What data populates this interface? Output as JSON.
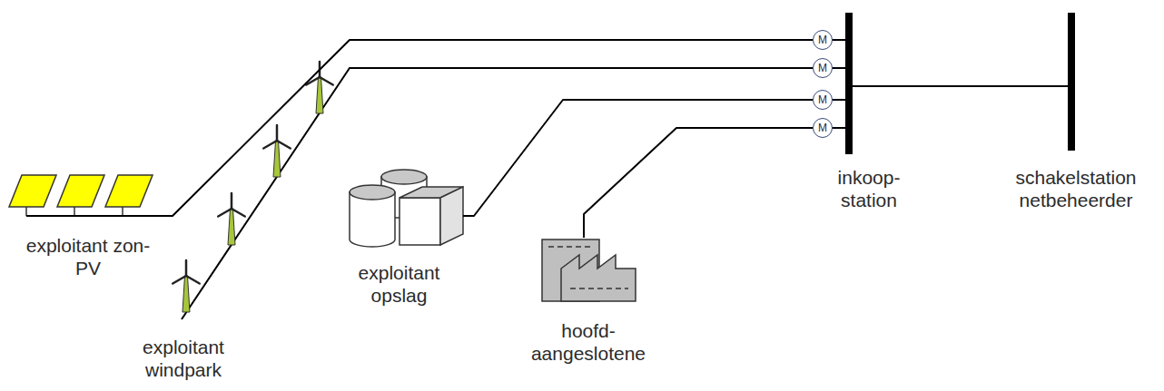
{
  "diagram": {
    "nodes": [
      {
        "text": [
          "exploitant zon-PV"
        ]
      },
      {
        "text": [
          "exploitant windpark"
        ]
      },
      {
        "text": [
          "exploitant opslag"
        ]
      },
      {
        "text": [
          "hoofd- aangeslotene"
        ]
      },
      {
        "text": [
          "inkoop- station"
        ]
      },
      {
        "text": [
          "schakelstation netbeheerder"
        ]
      }
    ],
    "edges": [
      {
        "from": 0,
        "to": 4,
        "arrow": "none"
      },
      {
        "from": 1,
        "to": 4,
        "arrow": "none"
      },
      {
        "from": 2,
        "to": 4,
        "arrow": "none"
      },
      {
        "from": 3,
        "to": 4,
        "arrow": "none"
      },
      {
        "from": 4,
        "to": 5,
        "arrow": "none"
      }
    ],
    "labels": [
      "M",
      "M",
      "M",
      "M"
    ]
  }
}
